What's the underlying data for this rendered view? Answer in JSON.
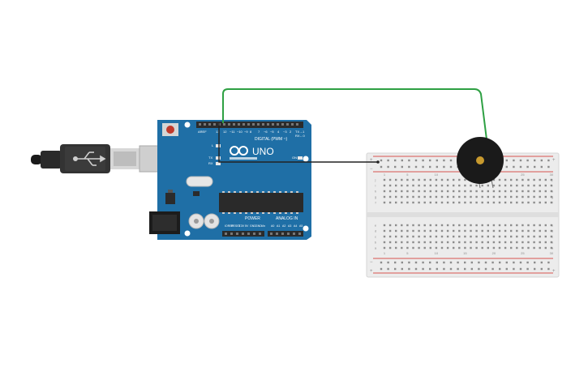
{
  "colors": {
    "board": "#1f6fa6",
    "board_dark": "#185d8d",
    "header": "#2b2b2b",
    "wire_green": "#2ea043",
    "wire_black": "#222222",
    "breadboard": "#ececec",
    "rail_red": "#d9534f",
    "rail_blue": "#4a7fc1",
    "buzzer": "#1a1a1a",
    "buzzer_center": "#c89a2e"
  },
  "arduino": {
    "logo_text": "UNO",
    "digital_label": "DIGITAL (PWM ~)",
    "power_label": "POWER",
    "analog_label": "ANALOG IN",
    "on_label": "ON",
    "l_label": "L",
    "tx_label": "TX",
    "rx_label": "RX",
    "aref_label": "AREF",
    "digital_pins": [
      "13",
      "12",
      "~11",
      "~10",
      "~9",
      "8",
      "7",
      "~6",
      "~5",
      "4",
      "~3",
      "2",
      "TX→1",
      "RX←0"
    ],
    "analog_pins": [
      "A0",
      "A1",
      "A2",
      "A3",
      "A4",
      "A5"
    ],
    "power_pins": [
      "IOREF",
      "RESET",
      "3.3V",
      "5V",
      "GND",
      "GND",
      "Vin"
    ]
  },
  "breadboard": {
    "row_letters_top": [
      "j",
      "i",
      "h",
      "g",
      "f"
    ],
    "row_letters_bottom": [
      "e",
      "d",
      "c",
      "b",
      "a"
    ],
    "columns": [
      "1",
      "",
      "",
      "",
      "5",
      "",
      "",
      "",
      "",
      "10",
      "",
      "",
      "",
      "",
      "15",
      "",
      "",
      "",
      "",
      "20",
      "",
      "",
      "",
      "",
      "25",
      "",
      "",
      "",
      "",
      "30"
    ]
  },
  "usb": {
    "icon": "usb-cable-icon"
  }
}
